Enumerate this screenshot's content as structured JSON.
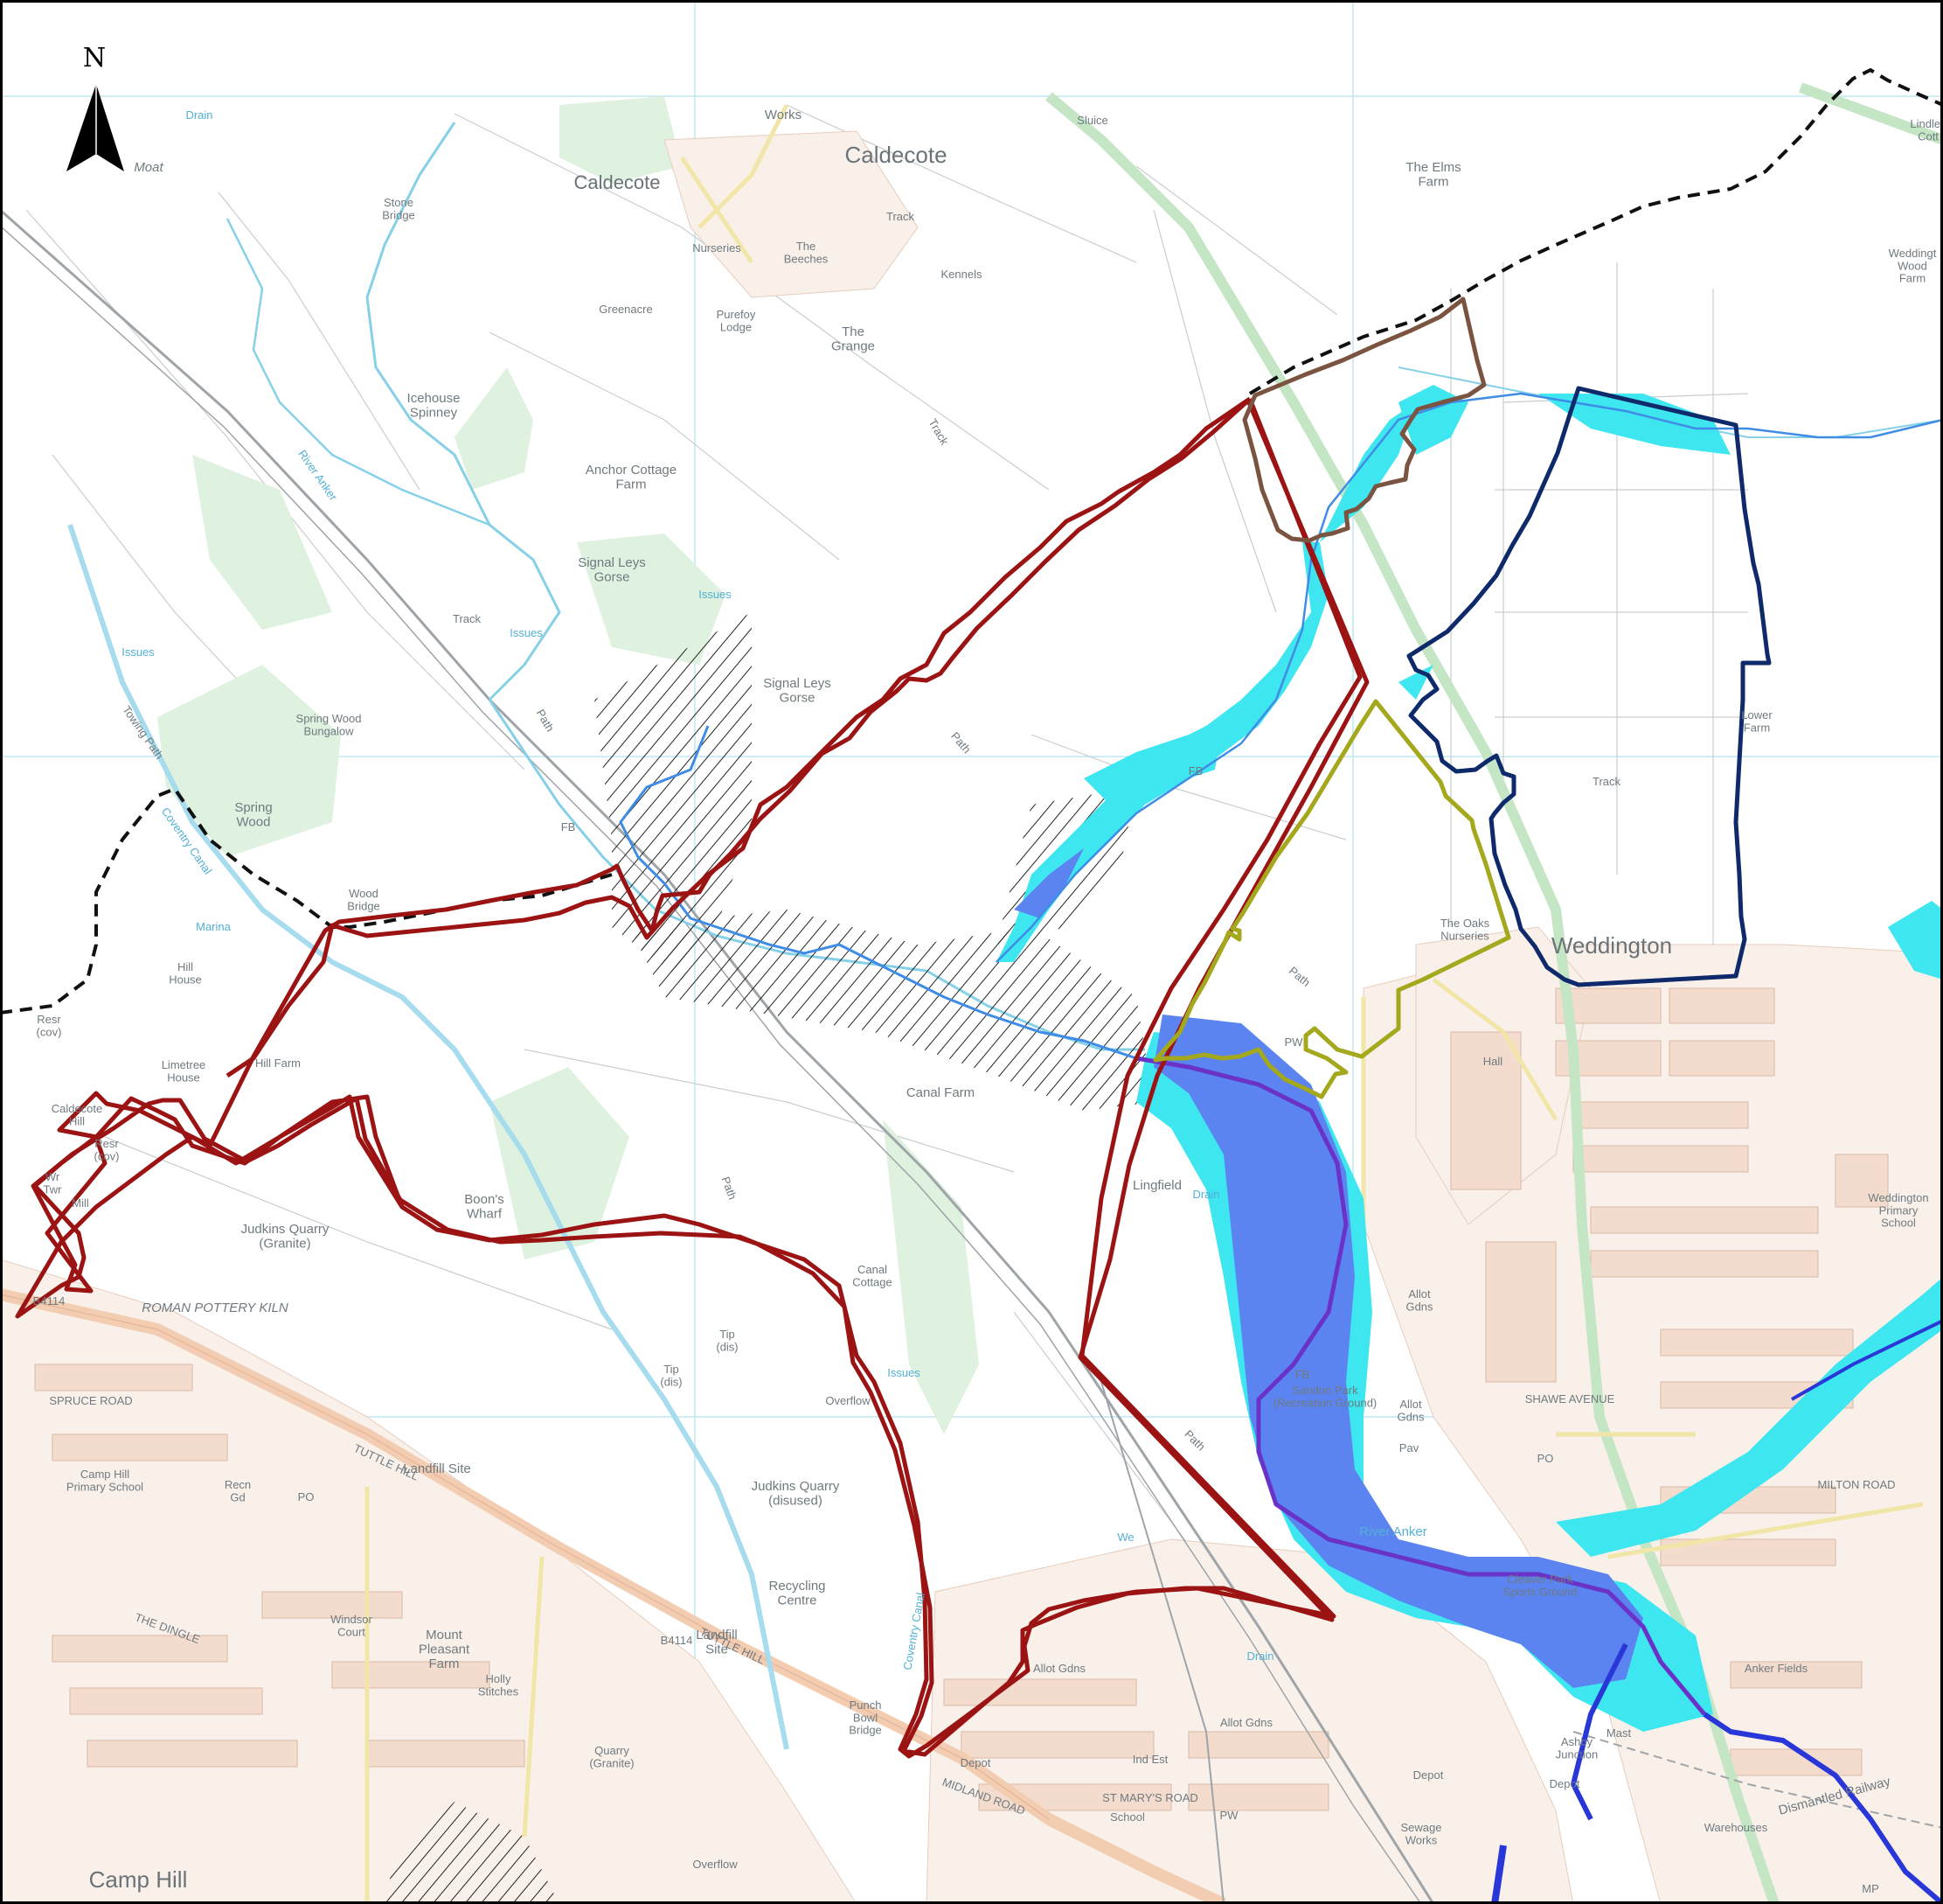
{
  "north": {
    "label": "N"
  },
  "colors": {
    "site_red": "#9b1313",
    "site_brown": "#7a5440",
    "site_olive": "#a3a81c",
    "site_navy": "#0f2a6b",
    "boundary_black": "#111111",
    "flood_zone3": "#5b84f0",
    "flood_zone2": "#3ee6f0",
    "road_a": "#f6d2b9",
    "road_green": "#c7e7c6",
    "river": "#7fcde7"
  },
  "labels": {
    "caldecote_village": "Caldecote",
    "caldecote": "Caldecote",
    "works": "Works",
    "moat": "Moat",
    "sluice": "Sluice",
    "the_elms_farm": "The Elms\nFarm",
    "lindley_cott": "Lindley\nCott",
    "weddington_wood_farm": "Weddingt\nWood\nFarm",
    "stone_bridge": "Stone\nBridge",
    "nurseries": "Nurseries",
    "the_beeches": "The\nBeeches",
    "track_1": "Track",
    "kennels": "Kennels",
    "greenacre": "Greenacre",
    "purefoy_lodge": "Purefoy\nLodge",
    "the_grange": "The\nGrange",
    "icehouse_spinney": "Icehouse\nSpinney",
    "river_anker_1": "River Anker",
    "anchor_cottage_farm": "Anchor Cottage\nFarm",
    "signal_leys_gorse_1": "Signal Leys\nGorse",
    "signal_leys_gorse_2": "Signal Leys\nGorse",
    "issues_1": "Issues",
    "issues_2": "Issues",
    "issues_3": "Issues",
    "issues_4": "Issues",
    "towing_path": "Towing Path",
    "spring_wood_bungalow": "Spring Wood\nBungalow",
    "spring_wood": "Spring\nWood",
    "coventry_canal_1": "Coventry Canal",
    "coventry_canal_2": "Coventry Canal",
    "marina": "Marina",
    "wood_bridge": "Wood\nBridge",
    "hill_house": "Hill\nHouse",
    "hill_farm": "Hill Farm",
    "resr_cov_1": "Resr\n(cov)",
    "resr_cov_2": "Resr\n(cov)",
    "limetree_house": "Limetree\nHouse",
    "caldecote_hill": "Caldecote\nHill",
    "judkins_quarry_granite": "Judkins Quarry\n(Granite)",
    "boons_wharf": "Boon's\nWharf",
    "roman_pottery_kiln": "ROMAN POTTERY KILN",
    "canal_farm": "Canal Farm",
    "canal_cottage": "Canal\nCottage",
    "tip_dis_1": "Tip\n(dis)",
    "tip_dis_2": "Tip\n(dis)",
    "overflow_1": "Overflow",
    "overflow_2": "Overflow",
    "landfill_site_1": "Landfill Site",
    "landfill_site_2": "Landfill\nSite",
    "judkins_quarry_disused": "Judkins Quarry\n(disused)",
    "recycling_centre": "Recycling\nCentre",
    "camp_hill_primary_school": "Camp Hill\nPrimary School",
    "recn_gd": "Recn\nGd",
    "po_1": "PO",
    "po_2": "PO",
    "windsor_court": "Windsor\nCourt",
    "mount_pleasant_farm": "Mount\nPleasant\nFarm",
    "holly_stitches": "Holly\nStitches",
    "quarry_granite": "Quarry\n(Granite)",
    "punch_bowl_bridge": "Punch\nBowl\nBridge",
    "camp_hill": "Camp Hill",
    "lingfield": "Lingfield",
    "drain_1": "Drain",
    "drain_2": "Drain",
    "drain_3": "Drain",
    "the_oaks_nurseries": "The Oaks\nNurseries",
    "weddington": "Weddington",
    "lower_farm": "Lower\nFarm",
    "track_2": "Track",
    "track_3": "Track",
    "track_4": "Track",
    "path_1": "Path",
    "path_2": "Path",
    "path_3": "Path",
    "path_4": "Path",
    "path_5": "Path",
    "fb_1": "FB",
    "fb_2": "FB",
    "fb_3": "FB",
    "allot_gdns_1": "Allot\nGdns",
    "allot_gdns_2": "Allot\nGdns",
    "allot_gdns_3": "Allot Gdns",
    "allot_gdns_4": "Allot Gdns",
    "pav": "Pav",
    "hall": "Hall",
    "pw_1": "PW",
    "pw_2": "PW",
    "sandon_park": "Sandon Park\n(Recreation Ground)",
    "river_anker_2": "River Anker",
    "cleaver_park": "Cleaver Park\nSports Ground",
    "weddington_primary_school": "Weddington\nPrimary\nSchool",
    "anker_fields": "Anker Fields",
    "ashby_junction": "Ashby\nJunction",
    "mast": "Mast",
    "depot_1": "Depot",
    "depot_2": "Depot",
    "depot_3": "Depot",
    "ind_est": "Ind Est",
    "school": "School",
    "sewage_works": "Sewage\nWorks",
    "warehouses": "Warehouses",
    "dismantled_railway": "Dismantled Railway",
    "shawe_avenue": "SHAWE AVENUE",
    "milton_road": "MILTON ROAD",
    "tuttle_hill": "TUTTLE HILL",
    "tuttle_hill_2": "TUTTLE HILL",
    "midland_road": "MIDLAND ROAD",
    "st_marys_road": "ST MARY'S ROAD",
    "spruce_road": "SPRUCE ROAD",
    "the_dingle": "THE DINGLE",
    "b4114_1": "B4114",
    "b4114_2": "B4114",
    "wr_twr": "Wr\nTwr",
    "mill": "Mill",
    "we": "We",
    "mp": "MP"
  }
}
